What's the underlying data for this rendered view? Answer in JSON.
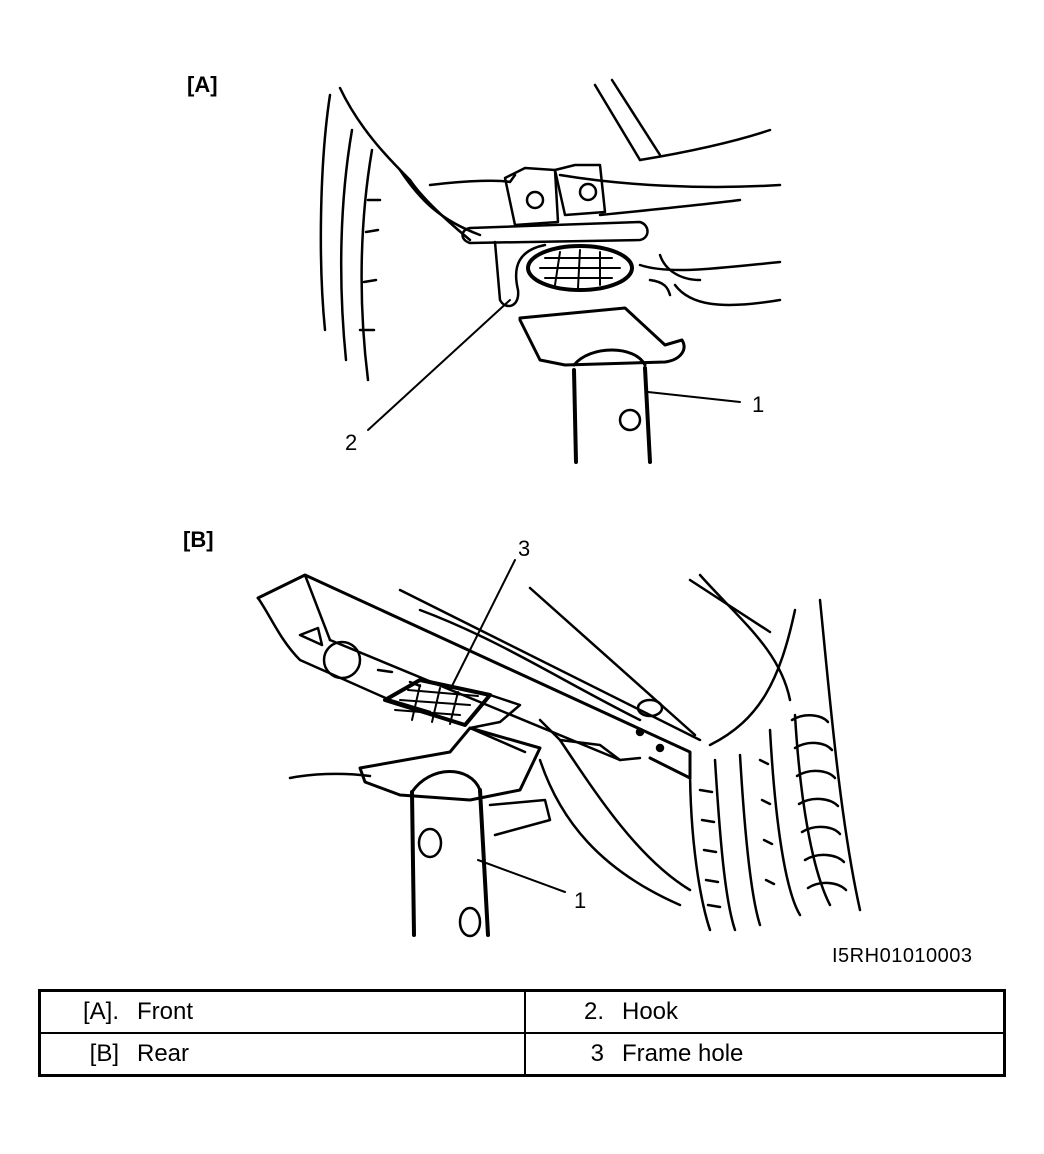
{
  "figure": {
    "panel_a_label": "[A]",
    "panel_b_label": "[B]",
    "callouts": {
      "a_1": "1",
      "a_2": "2",
      "b_1": "1",
      "b_3": "3"
    },
    "code": "I5RH01010003"
  },
  "legend": {
    "rows": [
      {
        "left_num": "[A].",
        "left_text": "Front",
        "right_num": "2.",
        "right_text": "Hook"
      },
      {
        "left_num": "[B]",
        "left_text": "Rear",
        "right_num": "3",
        "right_text": "Frame hole"
      }
    ]
  }
}
